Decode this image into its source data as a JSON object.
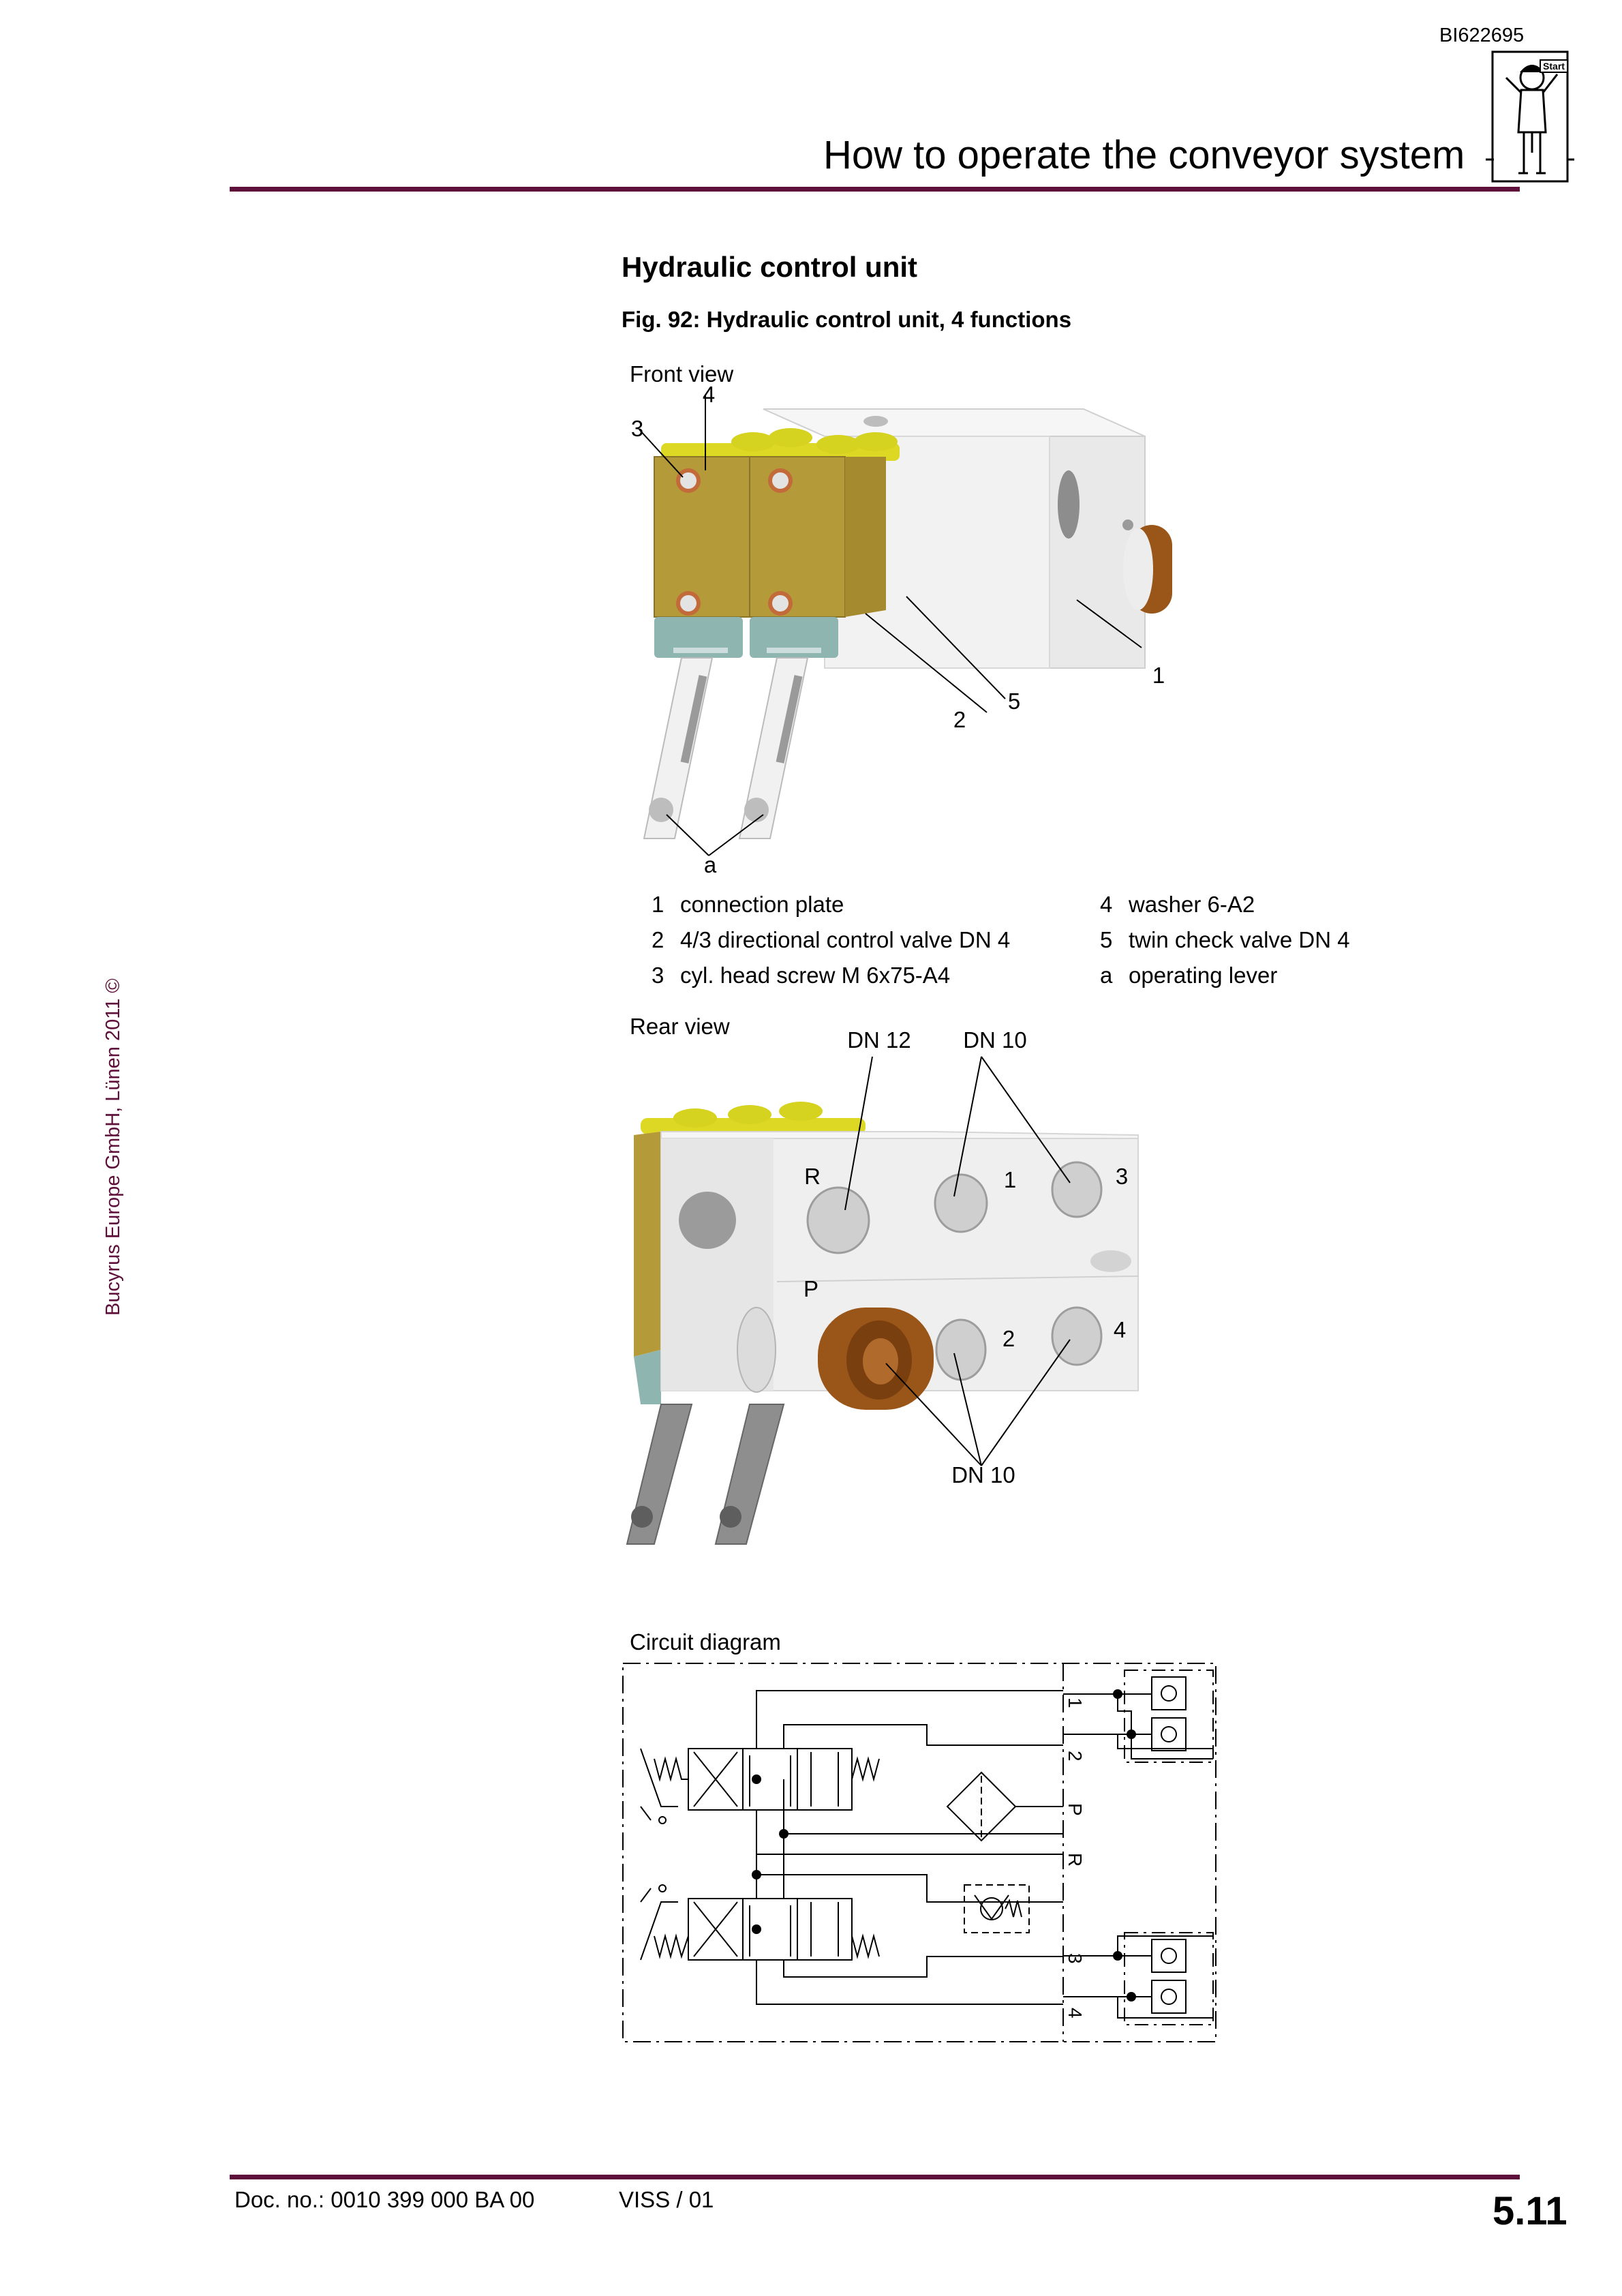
{
  "header": {
    "doc_id": "BI622695",
    "title": "How to operate the conveyor system",
    "mascot_label": "Start"
  },
  "side_note": "Bucyrus Europe GmbH, Lünen 2011 ©",
  "section": {
    "title": "Hydraulic control unit",
    "figure_caption": "Fig. 92:  Hydraulic control unit, 4 functions"
  },
  "front_view": {
    "label": "Front view",
    "callouts": [
      "4",
      "3",
      "1",
      "5",
      "2",
      "a"
    ]
  },
  "legend": [
    {
      "num": "1",
      "text": "connection plate"
    },
    {
      "num": "2",
      "text": "4/3 directional control valve DN 4"
    },
    {
      "num": "3",
      "text": "cyl. head screw M 6x75-A4"
    },
    {
      "num": "4",
      "text": "washer 6-A2"
    },
    {
      "num": "5",
      "text": "twin check valve DN 4"
    },
    {
      "num": "a",
      "text": "operating lever"
    }
  ],
  "rear_view": {
    "label": "Rear view",
    "callouts": [
      "DN 12",
      "DN 10",
      "R",
      "1",
      "3",
      "P",
      "2",
      "4",
      "DN 10"
    ]
  },
  "circuit": {
    "label": "Circuit diagram",
    "ports": [
      "1",
      "2",
      "P",
      "R",
      "3",
      "4"
    ]
  },
  "footer": {
    "doc_no": "Doc. no.: 0010 399 000 BA 00",
    "version": "VISS / 01",
    "page": "5.11"
  },
  "colors": {
    "rule": "#5e0f3a",
    "valve_body": "#b59a3a",
    "valve_cap": "#dcd824",
    "lever_base": "#8fb5b1",
    "connection_plate": "#ececec",
    "check_valve": "#9a5518"
  }
}
